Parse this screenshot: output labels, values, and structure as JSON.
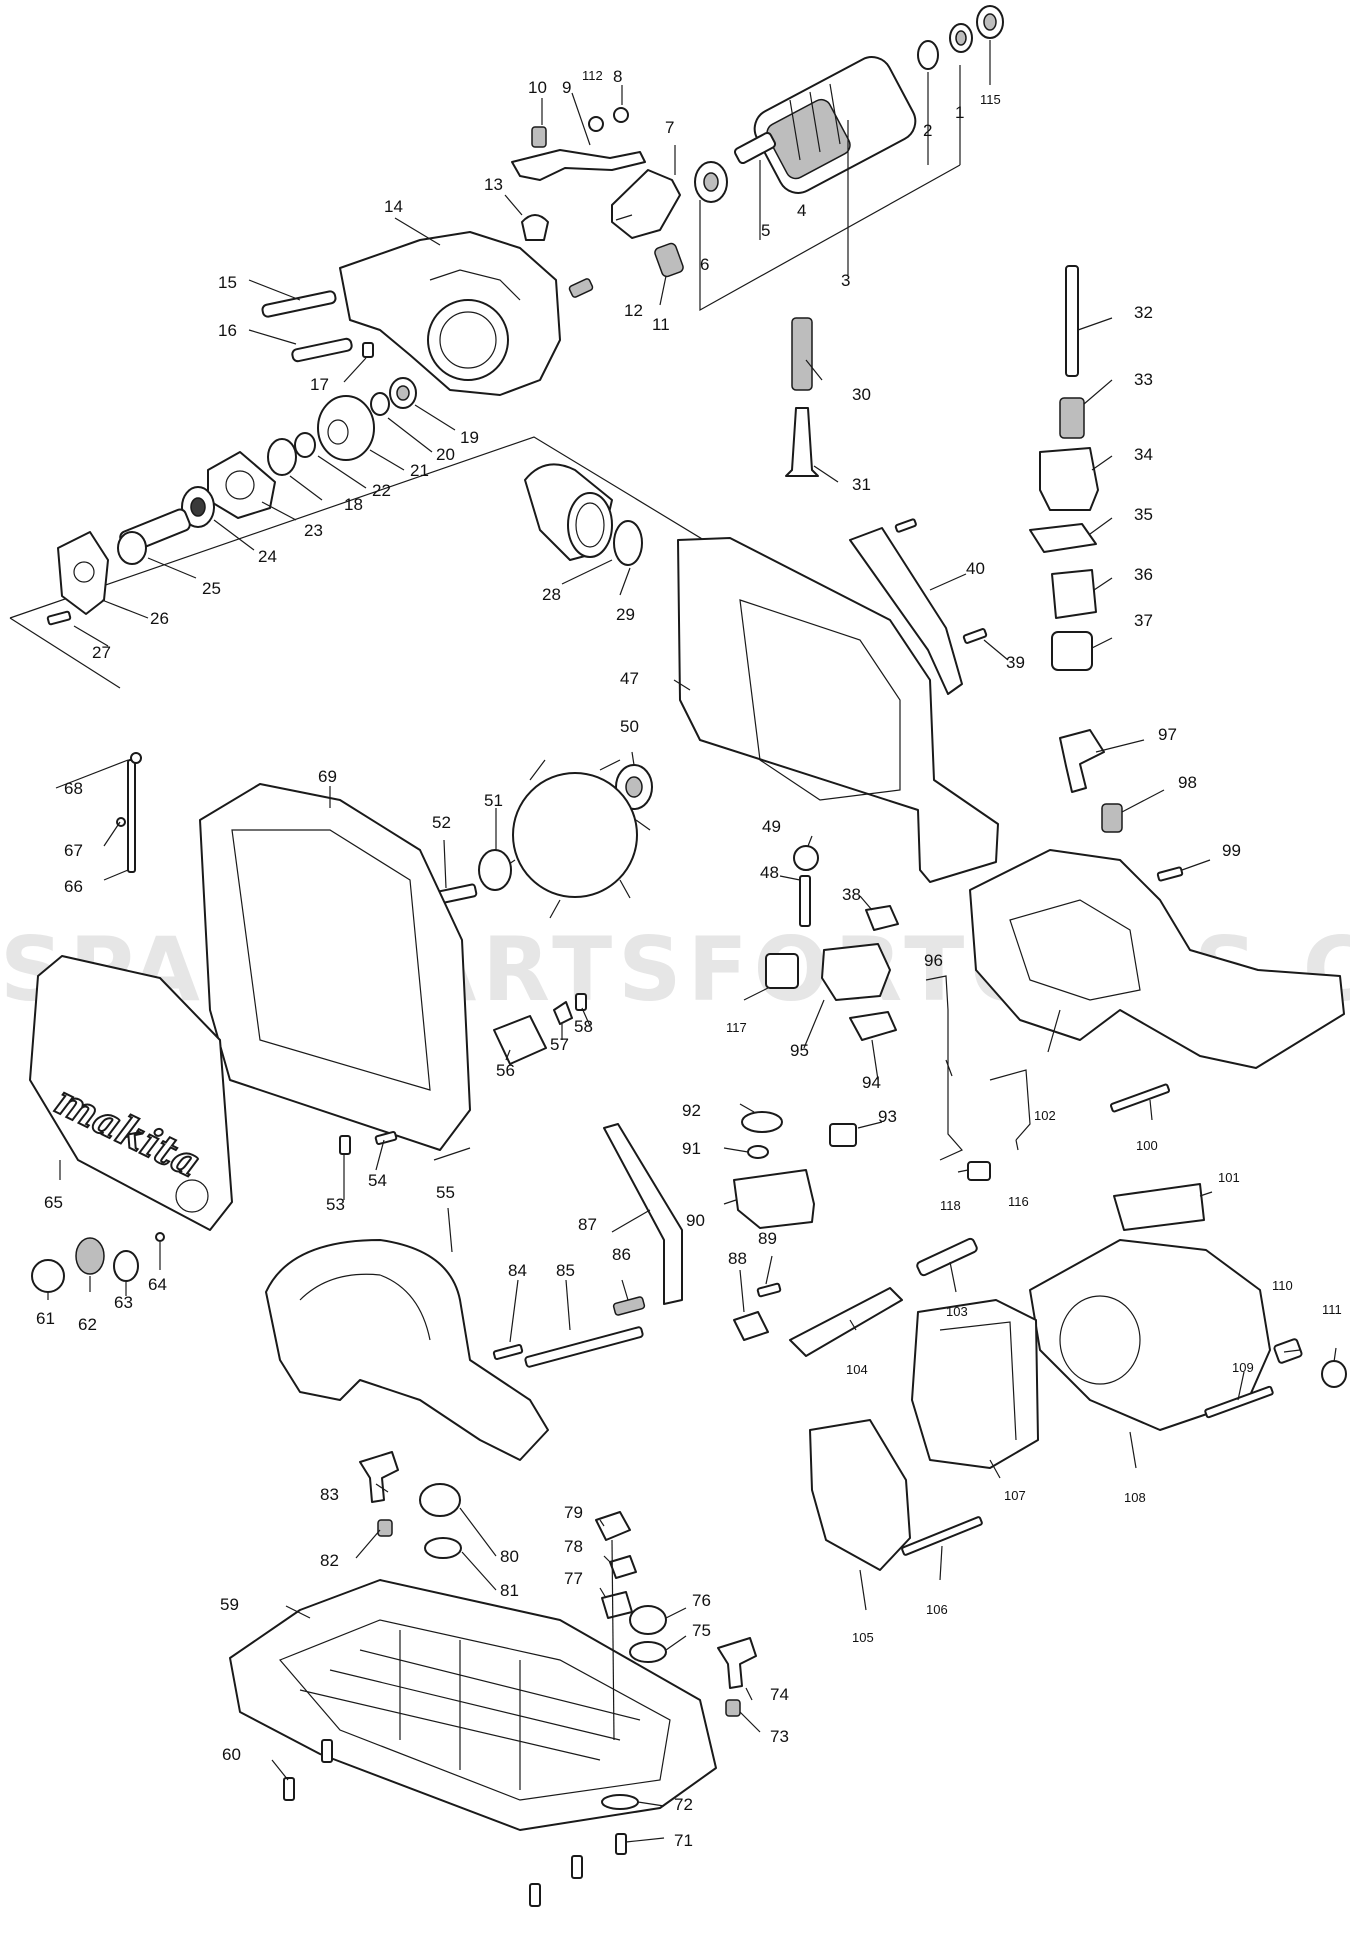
{
  "watermark": "SPAREPARTSFORTOOLS.COM.AU",
  "brand_logo": "makita",
  "colors": {
    "line": "#1a1a1a",
    "background": "#ffffff",
    "watermark": "#e6e6e6"
  },
  "callouts": {
    "c1": "1",
    "c2": "2",
    "c3": "3",
    "c4": "4",
    "c5": "5",
    "c6": "6",
    "c7": "7",
    "c8": "8",
    "c9": "9",
    "c10": "10",
    "c11": "11",
    "c12": "12",
    "c13": "13",
    "c14": "14",
    "c15": "15",
    "c16": "16",
    "c17": "17",
    "c18": "18",
    "c19": "19",
    "c20": "20",
    "c21": "21",
    "c22": "22",
    "c23": "23",
    "c24": "24",
    "c25": "25",
    "c26": "26",
    "c27": "27",
    "c28": "28",
    "c29": "29",
    "c30": "30",
    "c31": "31",
    "c32": "32",
    "c33": "33",
    "c34": "34",
    "c35": "35",
    "c36": "36",
    "c37": "37",
    "c38": "38",
    "c39": "39",
    "c40": "40",
    "c47": "47",
    "c48": "48",
    "c49": "49",
    "c50": "50",
    "c51": "51",
    "c52": "52",
    "c53": "53",
    "c54": "54",
    "c55": "55",
    "c56": "56",
    "c57": "57",
    "c58": "58",
    "c59": "59",
    "c60": "60",
    "c61": "61",
    "c62": "62",
    "c63": "63",
    "c64": "64",
    "c65": "65",
    "c66": "66",
    "c67": "67",
    "c68": "68",
    "c69": "69",
    "c71": "71",
    "c72": "72",
    "c73": "73",
    "c74": "74",
    "c75": "75",
    "c76": "76",
    "c77": "77",
    "c78": "78",
    "c79": "79",
    "c80": "80",
    "c81": "81",
    "c82": "82",
    "c83": "83",
    "c84": "84",
    "c85": "85",
    "c86": "86",
    "c87": "87",
    "c88": "88",
    "c89": "89",
    "c90": "90",
    "c91": "91",
    "c92": "92",
    "c93": "93",
    "c94": "94",
    "c95": "95",
    "c96": "96",
    "c97": "97",
    "c98": "98",
    "c99": "99",
    "c100": "100",
    "c101": "101",
    "c102": "102",
    "c103": "103",
    "c104": "104",
    "c105": "105",
    "c106": "106",
    "c107": "107",
    "c108": "108",
    "c109": "109",
    "c110": "110",
    "c111": "111",
    "c112": "112",
    "c115": "115",
    "c116": "116",
    "c117": "117",
    "c118": "118"
  }
}
